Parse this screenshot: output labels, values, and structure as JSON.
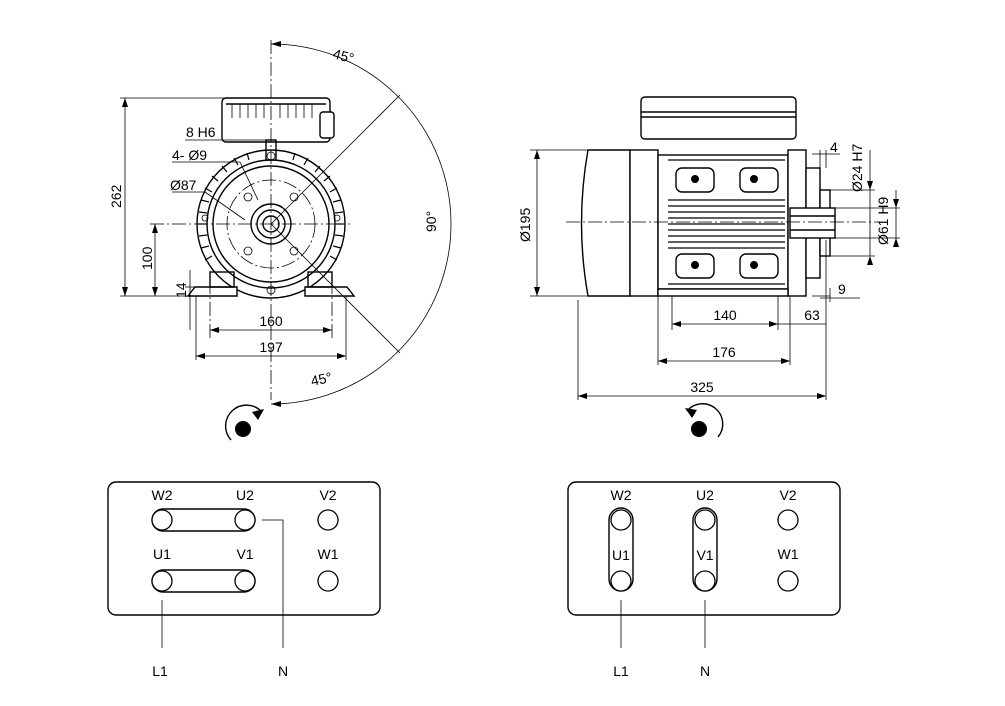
{
  "front_view": {
    "dim_height_total": "262",
    "dim_shaft_height": "100",
    "dim_foot": "14",
    "dim_key": "8 H6",
    "dim_holes": "4- Ø9",
    "dim_pcd": "Ø87",
    "dim_foot_holes": "160",
    "dim_foot_width": "197",
    "angle_top": "45°",
    "angle_right": "90°",
    "angle_bottom": "45°"
  },
  "side_view": {
    "dim_diameter": "Ø195",
    "dim_spigot": "Ø24 H7",
    "dim_flange": "Ø61 H9",
    "dim_4": "4",
    "dim_9": "9",
    "dim_140": "140",
    "dim_63": "63",
    "dim_176": "176",
    "dim_325": "325"
  },
  "terminal_left": {
    "top_labels": [
      "W2",
      "U2",
      "V2"
    ],
    "bottom_labels": [
      "U1",
      "V1",
      "W1"
    ],
    "line_labels": [
      "L1",
      "N"
    ]
  },
  "terminal_right": {
    "top_labels": [
      "W2",
      "U2",
      "V2"
    ],
    "mid_labels": [
      "U1",
      "V1"
    ],
    "side_label": "W1",
    "line_labels": [
      "L1",
      "N"
    ]
  }
}
